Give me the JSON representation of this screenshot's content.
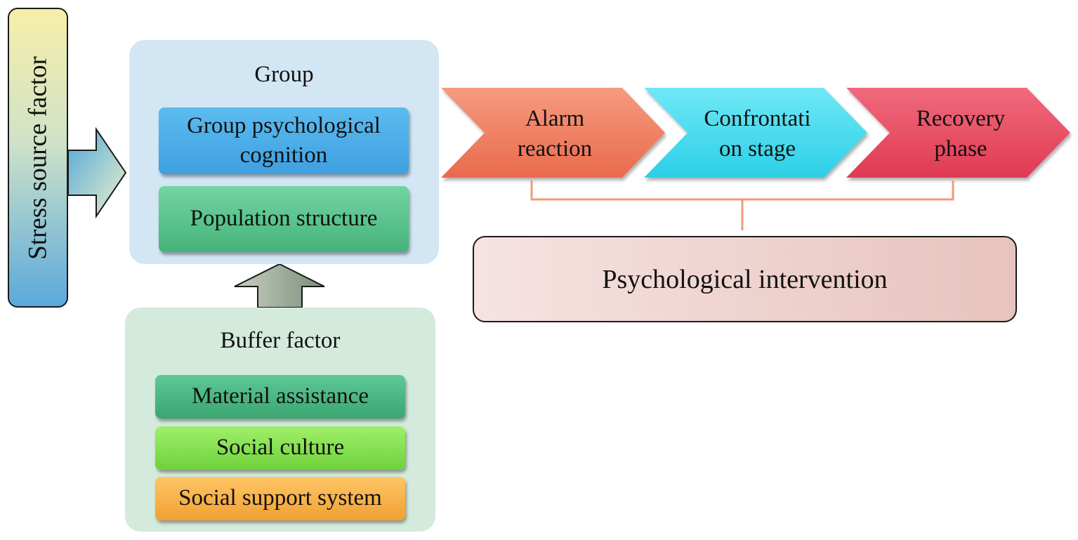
{
  "stress": {
    "label": "Stress source factor"
  },
  "group": {
    "title": "Group",
    "cognition_line1": "Group psychological",
    "cognition_line2": "cognition",
    "population": "Population structure"
  },
  "buffer": {
    "title": "Buffer factor",
    "items": [
      "Material assistance",
      "Social culture",
      "Social support system"
    ]
  },
  "stages": [
    {
      "line1": "Alarm",
      "line2": "reaction"
    },
    {
      "line1": "Confrontati",
      "line2": "on stage"
    },
    {
      "line1": "Recovery",
      "line2": "phase"
    }
  ],
  "intervention": {
    "label": "Psychological intervention"
  },
  "colors": {
    "alarm": "#f07a5c",
    "confrontation": "#3fd9ec",
    "recovery": "#e6445a",
    "bracket": "#f09a7a"
  }
}
